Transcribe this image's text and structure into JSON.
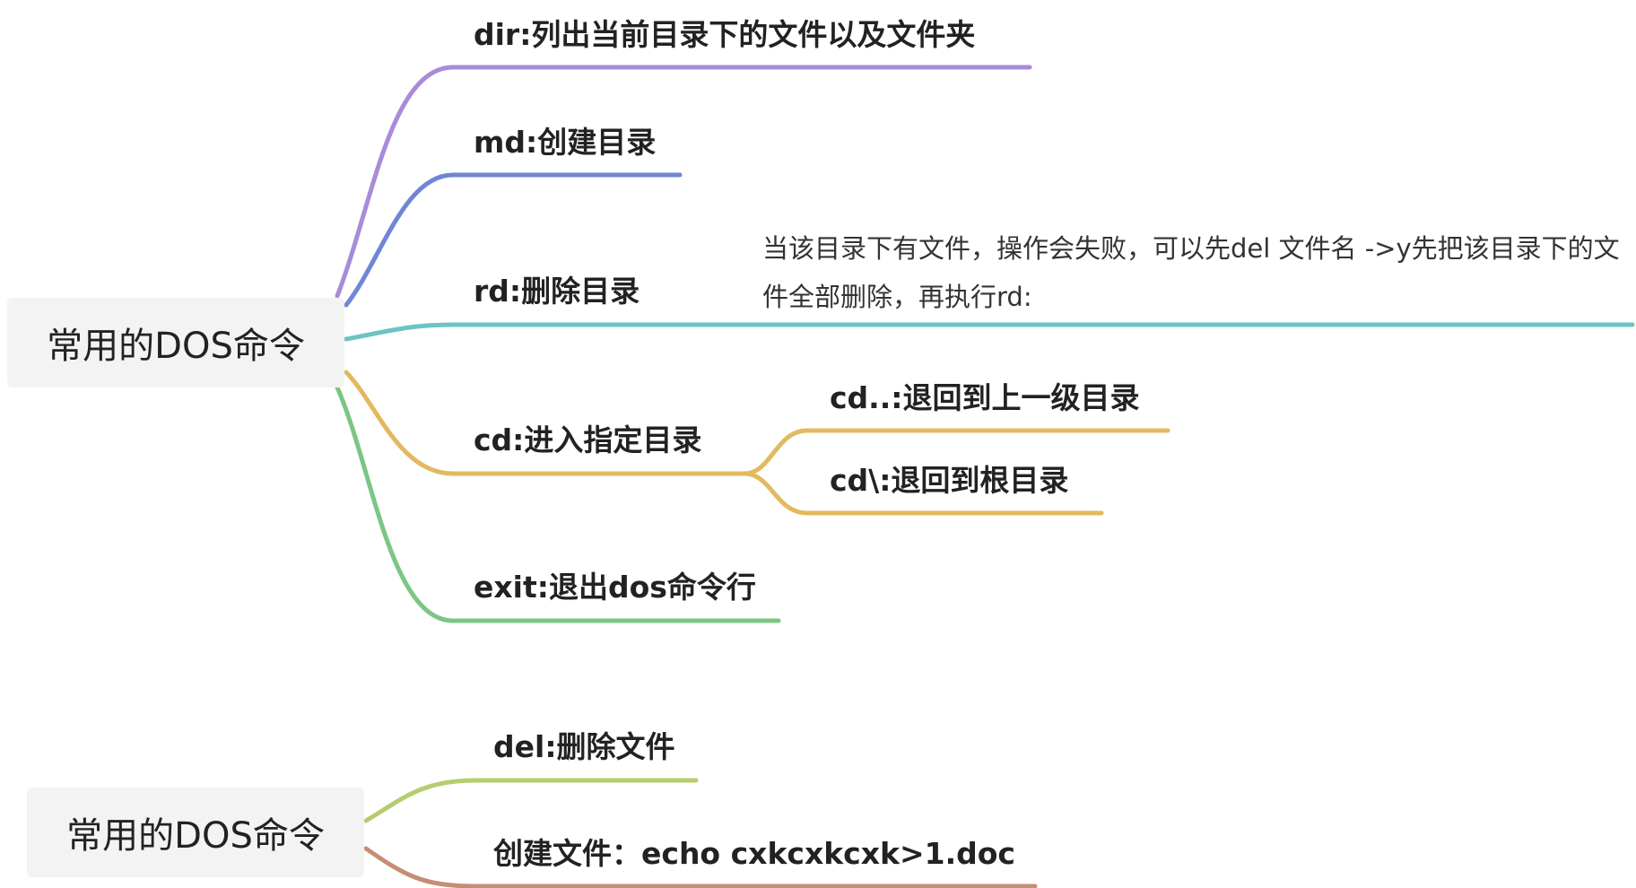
{
  "maps": [
    {
      "root": "常用的DOS命令",
      "branches": [
        {
          "label": "dir:列出当前目录下的文件以及文件夹",
          "color": "#a98bda"
        },
        {
          "label": "md:创建目录",
          "color": "#6f86d6"
        },
        {
          "label": "rd:删除目录",
          "color": "#6cc3c3",
          "note": "当该目录下有文件，操作会失败，可以先del 文件名 ->y先把该目录下的文件全部删除，再执行rd:"
        },
        {
          "label": "cd:进入指定目录",
          "color": "#e2b95f",
          "children": [
            {
              "label": "cd..:退回到上一级目录"
            },
            {
              "label": "cd\\:退回到根目录"
            }
          ]
        },
        {
          "label": "exit:退出dos命令行",
          "color": "#7cc684"
        }
      ]
    },
    {
      "root": "常用的DOS命令",
      "branches": [
        {
          "label": "del:删除文件",
          "color": "#b5cd6e"
        },
        {
          "label": "创建文件：echo cxkcxkcxk>1.doc",
          "color": "#c48e76"
        }
      ]
    }
  ]
}
